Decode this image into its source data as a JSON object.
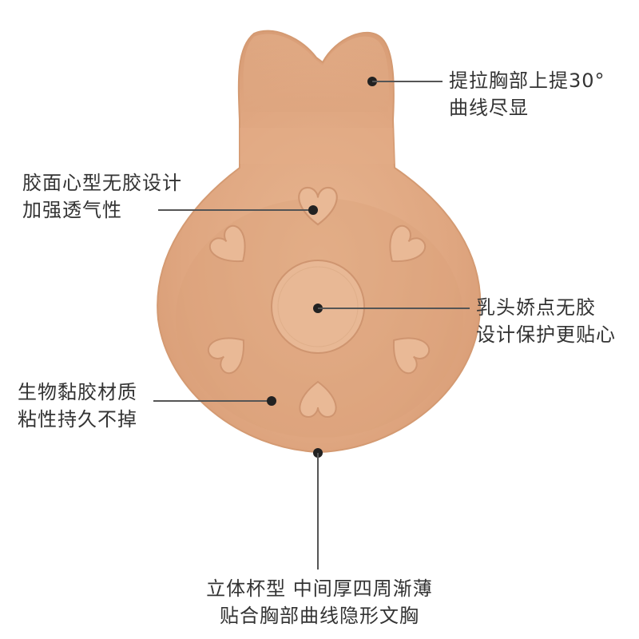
{
  "callouts": {
    "lift": {
      "line1": "提拉胸部上提30°",
      "line2": "曲线尽显"
    },
    "heart": {
      "line1": "胶面心型无胶设计",
      "line2": "加强透气性"
    },
    "nipple": {
      "line1": "乳头娇点无胶",
      "line2": "设计保护更贴心"
    },
    "bio": {
      "line1": "生物黏胶材质",
      "line2": "粘性持久不掉"
    },
    "cup": {
      "line1": "立体杯型 中间厚四周渐薄",
      "line2": "贴合胸部曲线隐形文胸"
    }
  },
  "colors": {
    "skin": "#dfa780",
    "skin_light": "#e6b48f",
    "heart": "#e9b996",
    "heart_outline": "#cf9570",
    "nipple_patch": "#e8b895",
    "line": "#555555",
    "dot": "#222222",
    "text": "#333333"
  }
}
